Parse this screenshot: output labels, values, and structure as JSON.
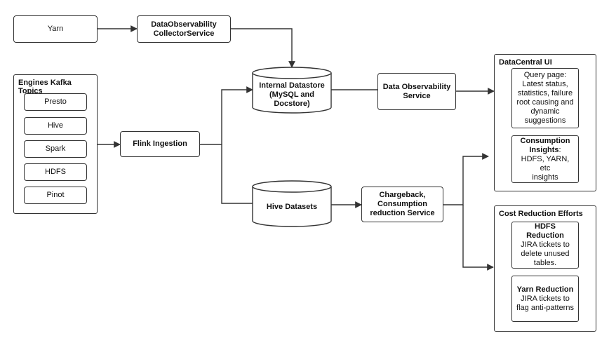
{
  "nodes": {
    "yarn": "Yarn",
    "collector": "DataObservability\nCollectorService",
    "internal_datastore": "Internal Datastore\n(MySQL and\nDocstore)",
    "data_observability_service": "Data Observability\nService",
    "flink_ingestion": "Flink Ingestion",
    "hive_datasets": "Hive Datasets",
    "chargeback_service": "Chargeback,\nConsumption\nreduction Service"
  },
  "engines": {
    "title": "Engines Kafka Topics",
    "items": [
      "Presto",
      "Hive",
      "Spark",
      "HDFS",
      "Pinot"
    ]
  },
  "datacentral": {
    "title": "DataCentral UI",
    "query_page": "Query page:\nLatest status,\nstatistics, failure\nroot causing and\ndynamic\nsuggestions",
    "consumption_head": "Consumption\nInsights",
    "consumption_tail": ":",
    "consumption_body": "HDFS, YARN, etc\ninsights"
  },
  "cost_reduction": {
    "title": "Cost Reduction Efforts",
    "hdfs_head": "HDFS Reduction",
    "hdfs_body": "JIRA tickets to\ndelete unused\ntables.",
    "yarn_head": "Yarn Reduction",
    "yarn_body": "JIRA tickets to\nflag anti-patterns"
  },
  "colors": {
    "line": "#333333",
    "background": "#ffffff"
  }
}
